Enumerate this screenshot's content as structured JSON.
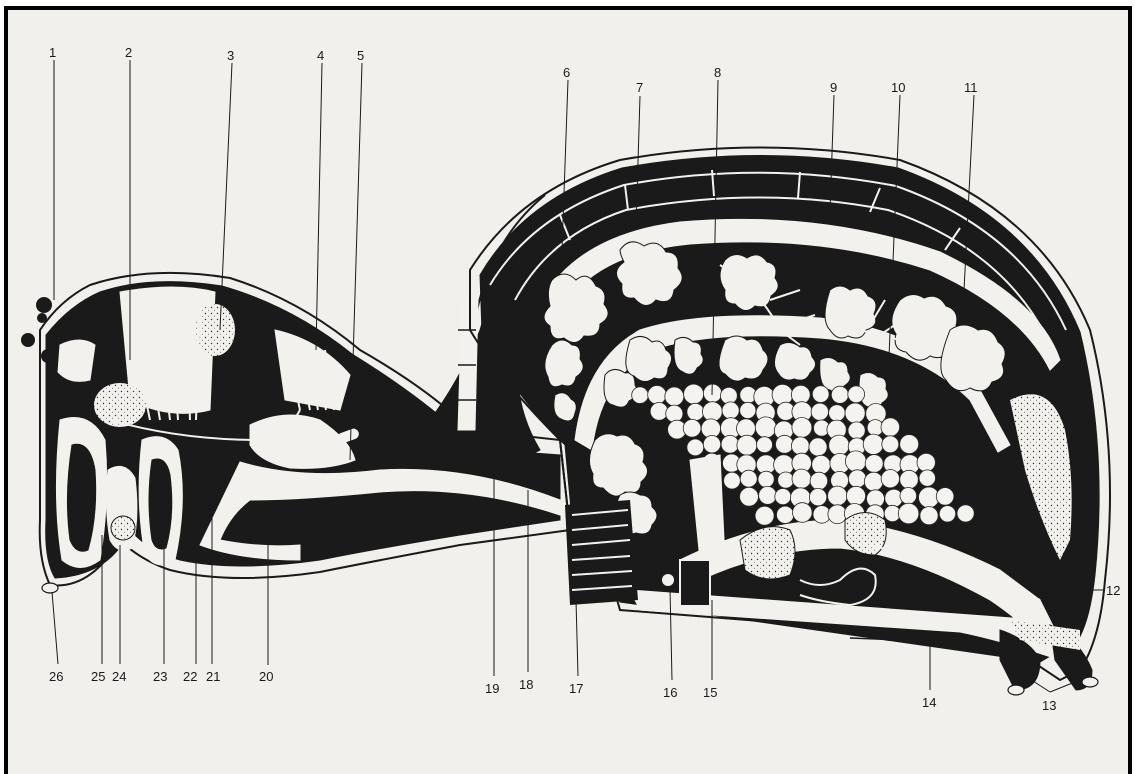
{
  "labels": [
    {
      "num": "1"
    },
    {
      "num": "2"
    },
    {
      "num": "3"
    },
    {
      "num": "4"
    },
    {
      "num": "5"
    },
    {
      "num": "6"
    },
    {
      "num": "7"
    },
    {
      "num": "8"
    },
    {
      "num": "9"
    },
    {
      "num": "10"
    },
    {
      "num": "11"
    },
    {
      "num": "12"
    },
    {
      "num": "13"
    },
    {
      "num": "14"
    },
    {
      "num": "15"
    },
    {
      "num": "16"
    },
    {
      "num": "17"
    },
    {
      "num": "18"
    },
    {
      "num": "19"
    },
    {
      "num": "20"
    },
    {
      "num": "21"
    },
    {
      "num": "22"
    },
    {
      "num": "23"
    },
    {
      "num": "24"
    },
    {
      "num": "25"
    },
    {
      "num": "26"
    }
  ],
  "colors": {
    "background": "#f1f0ec",
    "ink": "#1a1a1a",
    "frame": "#000000"
  }
}
